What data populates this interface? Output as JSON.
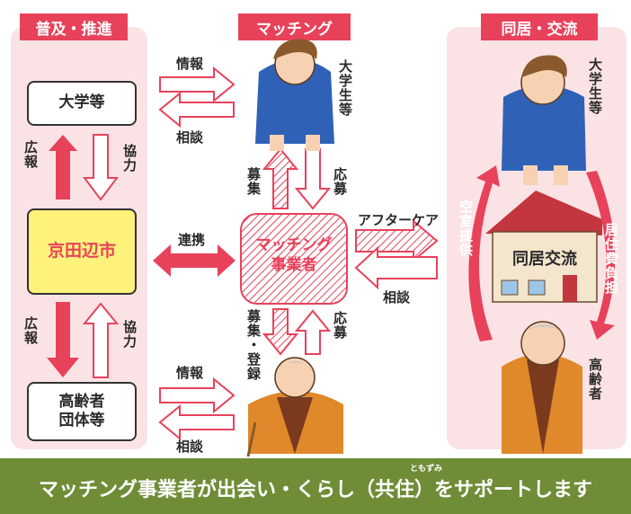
{
  "sections": {
    "left_title": "普及・推進",
    "middle_title": "マッチング",
    "right_title": "同居・交流"
  },
  "left": {
    "university_box": "大学等",
    "city_box": "京田辺市",
    "elderly_box": "高齢者\n団体等",
    "label_koho_top": "広報",
    "label_kyoryoku_top": "協力",
    "label_koho_bottom": "広報",
    "label_kyoryoku_bottom": "協力"
  },
  "middle": {
    "info_top": "情報",
    "consult_top": "相談",
    "student_label": "大学生等",
    "recruit_label": "募集",
    "apply_top": "応募",
    "renkei": "連携",
    "matching_center": "マッチング\n事業者",
    "recruit_register": "募集・登録",
    "apply_bottom": "応募",
    "info_bottom": "情報",
    "consult_bottom": "相談",
    "aftercare": "アフターケア",
    "consult_right": "相談"
  },
  "right": {
    "student_label": "大学生等",
    "vacant_room": "空室提供",
    "house_label": "同居交流",
    "cost_burden": "居住費負担",
    "elderly_label": "高齢者"
  },
  "banner": {
    "text": "マッチング事業者が出会い・くらし（共住）をサポートします",
    "ruby": "ともずみ"
  },
  "colors": {
    "accent": "#e8425b",
    "panel": "#fbe3e5",
    "city": "#fff27a",
    "banner": "#6f8d37"
  }
}
